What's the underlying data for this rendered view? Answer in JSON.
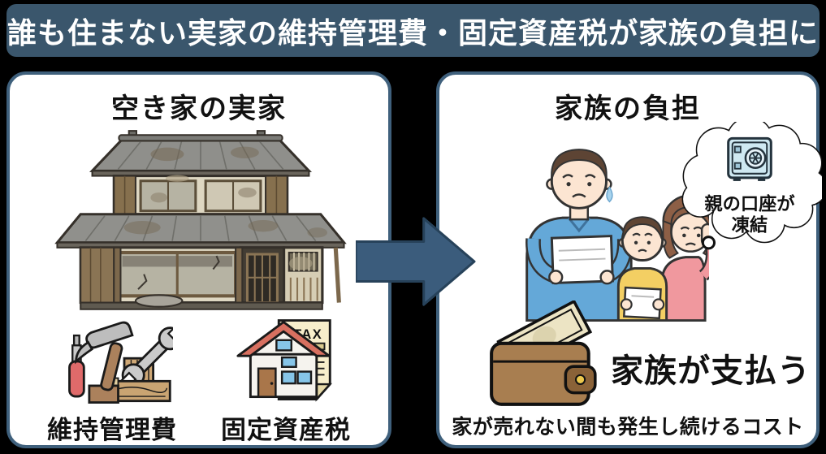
{
  "banner": {
    "title": "誰も住まない実家の維持管理費・固定資産税が家族の負担に"
  },
  "left_panel": {
    "title": "空き家の実家",
    "maintenance": {
      "label": "維持管理費",
      "icon": "tools-icon"
    },
    "property_tax": {
      "label": "固定資産税",
      "icon": "house-tax-icon",
      "tax_doc_text": "TAX"
    }
  },
  "arrow": {
    "icon": "arrow-right-icon",
    "direction": "right"
  },
  "right_panel": {
    "title": "家族の負担",
    "thought_bubble": {
      "icon": "safe-icon",
      "line1": "親の口座が",
      "line2": "凍結"
    },
    "payment": {
      "label": "家族が支払う",
      "icon": "wallet-icon"
    },
    "caption": "家が売れない間も発生し続けるコスト"
  },
  "colors": {
    "background": "#000000",
    "banner_bg": "#3a566c",
    "panel_bg": "#ffffff",
    "panel_border": "#3f607c",
    "arrow_fill": "#3b5c7c",
    "text": "#111111",
    "accent_red": "#d87060",
    "accent_blue": "#64a8d8",
    "accent_pink": "#f0989e",
    "accent_yellow": "#f3cf63",
    "wallet_brown": "#a87e50",
    "safe_blue": "#cfe9f2"
  }
}
